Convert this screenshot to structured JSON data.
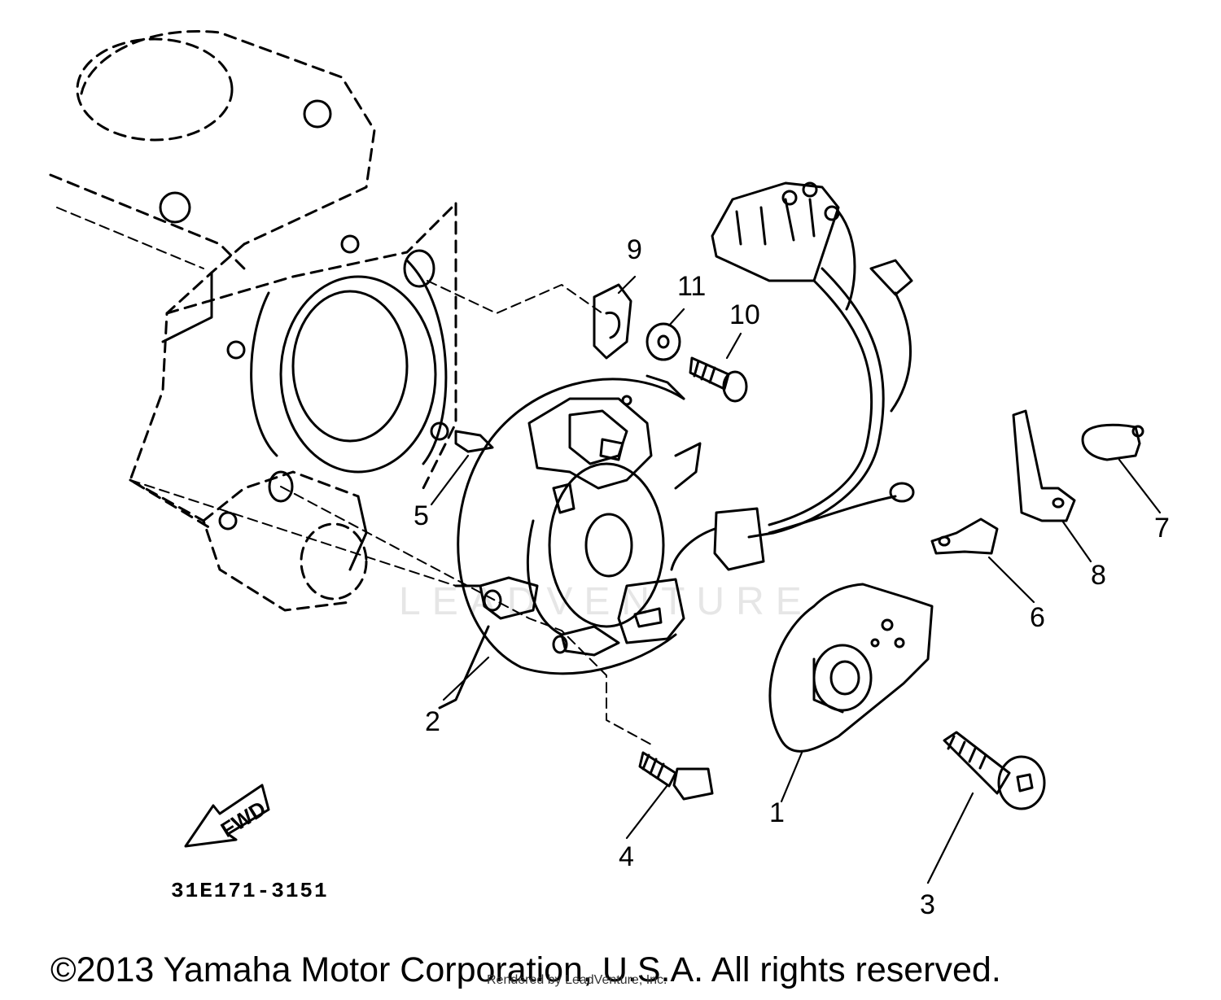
{
  "diagram": {
    "part_numbers": [
      "1",
      "2",
      "3",
      "4",
      "5",
      "6",
      "7",
      "8",
      "9",
      "10",
      "11"
    ],
    "drawing_code": "31E171-3151",
    "direction_label": "FWD",
    "watermark": "LEADVENTURE",
    "copyright": "©2013 Yamaha Motor Corporation, U.S.A. All rights reserved.",
    "rendered_by": "Rendered by LeadVenture, Inc."
  }
}
